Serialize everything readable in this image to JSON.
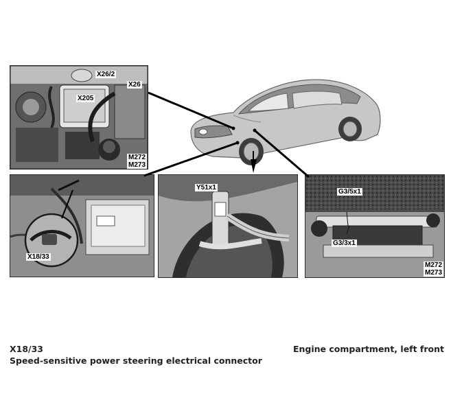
{
  "panels": {
    "engine_top": {
      "labels": {
        "x26_2": "X26/2",
        "x26": "X26",
        "x205": "X205",
        "m272": "M272",
        "m273": "M273"
      }
    },
    "engine_left": {
      "labels": {
        "x18_33": "X18/33"
      }
    },
    "strut": {
      "labels": {
        "y51x1": "Y51x1"
      }
    },
    "underbody": {
      "labels": {
        "g3_5x1": "G3/5x1",
        "g3_3x1": "G3/3x1",
        "m272": "M272",
        "m273": "M273"
      }
    }
  },
  "caption": {
    "code": "X18/33",
    "location": "Engine compartment, left front",
    "description": "Speed-sensitive power steering electrical connector"
  }
}
